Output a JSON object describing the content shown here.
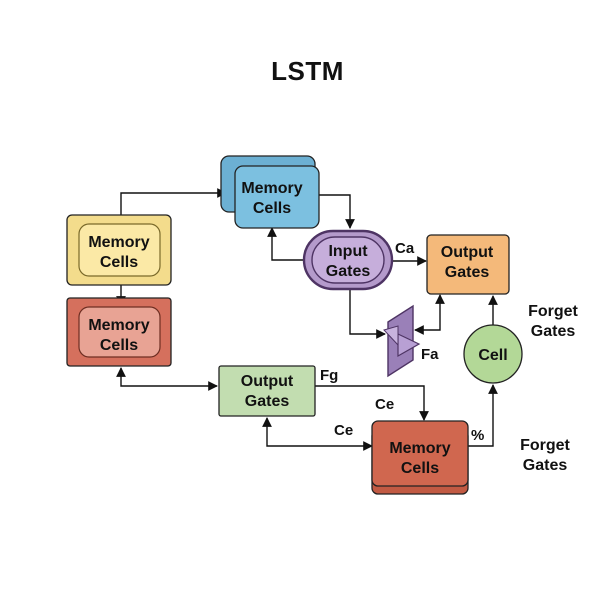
{
  "title": "LSTM",
  "colors": {
    "yellow": "#f3dc8c",
    "yellow_inner": "#fbe9a6",
    "red": "#d5705d",
    "red_inner": "#e8a394",
    "blue": "#7cc0e0",
    "green": "#c2ddb0",
    "purple": "#b49acb",
    "purple_stroke": "#4e3464",
    "orange": "#f4b97a",
    "cell_green": "#b3d897",
    "memory_red": "#d0674f"
  },
  "nodes": {
    "memory_top": [
      "Memory",
      "Cells"
    ],
    "memory_yellow": [
      "Memory",
      "Cells"
    ],
    "memory_red_left": [
      "Memory",
      "Cells"
    ],
    "input_gates": [
      "Input",
      "Gates"
    ],
    "output_gates_top": [
      "Output",
      "Gates"
    ],
    "output_gates_mid": [
      "Output",
      "Gates"
    ],
    "memory_bottom": [
      "Memory",
      "Cells"
    ],
    "cell": [
      "Cell"
    ]
  },
  "edge_labels": {
    "ca": "Ca",
    "fa": "Fa",
    "fg": "Fg",
    "ce_top": "Ce",
    "ce_left": "Ce",
    "percent": "%",
    "forget_top": [
      "Forget",
      "Gates"
    ],
    "forget_bottom": [
      "Forget",
      "Gates"
    ]
  },
  "icons": {
    "gate_symbol": "prism-gate-icon"
  }
}
